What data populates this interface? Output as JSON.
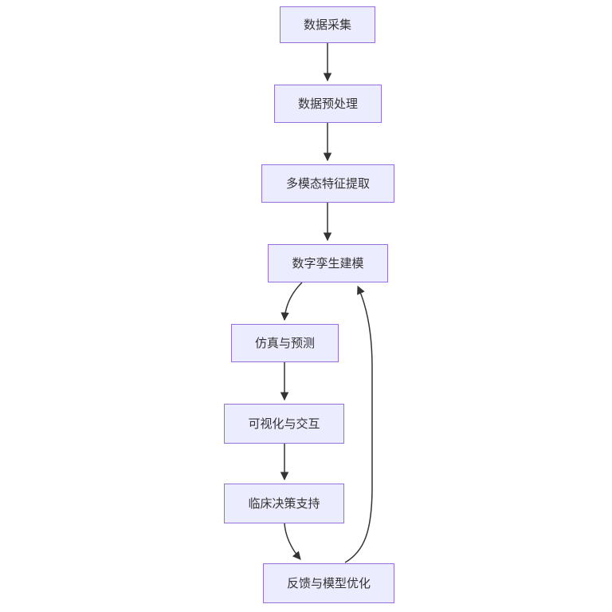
{
  "diagram": {
    "type": "flowchart",
    "direction": "top-down",
    "nodes": [
      {
        "id": "data-collection",
        "label": "数据采集"
      },
      {
        "id": "data-preprocessing",
        "label": "数据预处理"
      },
      {
        "id": "multimodal-feature-extraction",
        "label": "多模态特征提取"
      },
      {
        "id": "digital-twin-modeling",
        "label": "数字孪生建模"
      },
      {
        "id": "simulation-and-prediction",
        "label": "仿真与预测"
      },
      {
        "id": "visualization-and-interaction",
        "label": "可视化与交互"
      },
      {
        "id": "clinical-decision-support",
        "label": "临床决策支持"
      },
      {
        "id": "feedback-and-model-optimization",
        "label": "反馈与模型优化"
      }
    ],
    "edges": [
      {
        "from": "数据采集",
        "to": "数据预处理"
      },
      {
        "from": "数据预处理",
        "to": "多模态特征提取"
      },
      {
        "from": "多模态特征提取",
        "to": "数字孪生建模"
      },
      {
        "from": "数字孪生建模",
        "to": "仿真与预测"
      },
      {
        "from": "仿真与预测",
        "to": "可视化与交互"
      },
      {
        "from": "可视化与交互",
        "to": "临床决策支持"
      },
      {
        "from": "临床决策支持",
        "to": "反馈与模型优化"
      },
      {
        "from": "反馈与模型优化",
        "to": "数字孪生建模"
      }
    ],
    "colors": {
      "node_fill": "#ECECFF",
      "node_border": "#9370DB",
      "edge": "#333333",
      "text": "#333333",
      "background": "#FFFFFF"
    }
  }
}
